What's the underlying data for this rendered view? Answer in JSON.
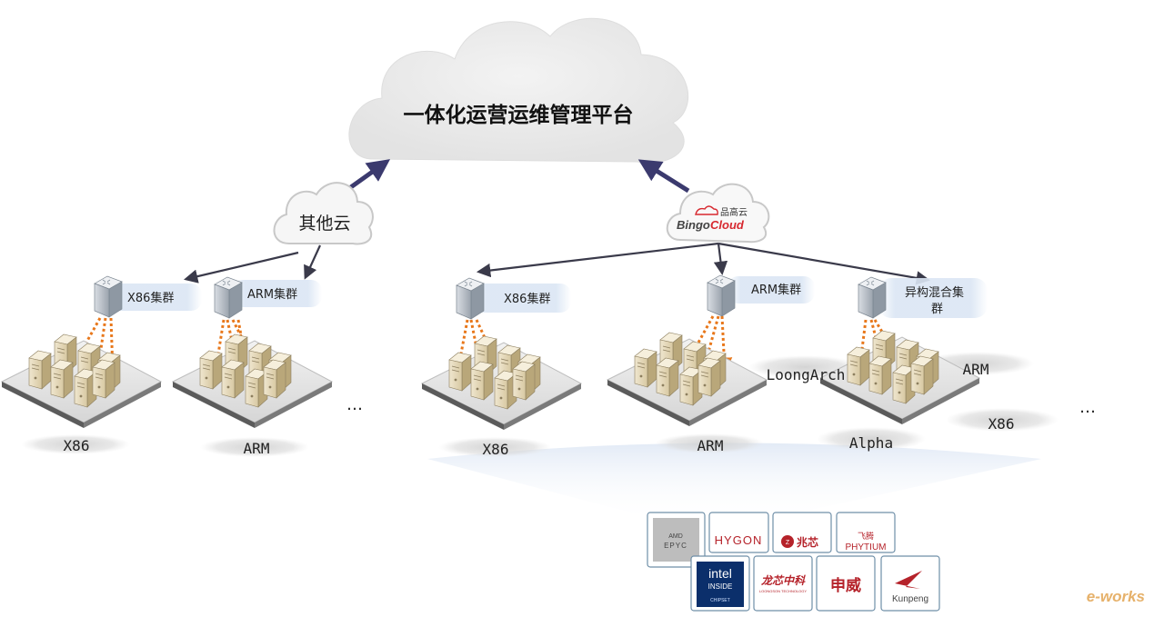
{
  "platform": {
    "title": "一体化运营运维管理平台"
  },
  "clouds": {
    "other": {
      "label": "其他云"
    },
    "bingo": {
      "cn": "品高云",
      "brand_a": "Bingo",
      "brand_b": "Cloud"
    }
  },
  "clusters": {
    "c1": "X86集群",
    "c2": "ARM集群",
    "c3": "X86集群",
    "c4": "ARM集群",
    "c5a": "异构混合集",
    "c5b": "群"
  },
  "groups": {
    "g1": "X86",
    "g2": "ARM",
    "g3": "X86",
    "g4": "ARM",
    "g5_loong": "LoongArch",
    "g5_arm": "ARM",
    "g5_x86": "X86",
    "g5_alpha": "Alpha"
  },
  "ellipsis": "…",
  "logos": {
    "amd_top": "AMD",
    "amd_bottom": "EPYC",
    "hygon": "HYGON",
    "zhaoxin": "兆芯",
    "phytium_cn": "飞腾",
    "phytium_en": "PHYTIUM",
    "intel": "intel",
    "intel_inside": "INSIDE",
    "intel_chipset": "CHIPSET",
    "loongson_cn": "龙芯中科",
    "loongson_en": "LOONGSON TECHNOLOGY",
    "sunway": "申威",
    "kunpeng": "Kunpeng"
  },
  "watermark": "e-works",
  "colors": {
    "arrow": "#3a3a4a",
    "arrow_up": "#3b3a6e",
    "dashed": "#e8771a",
    "bingo_red": "#d7282f"
  }
}
